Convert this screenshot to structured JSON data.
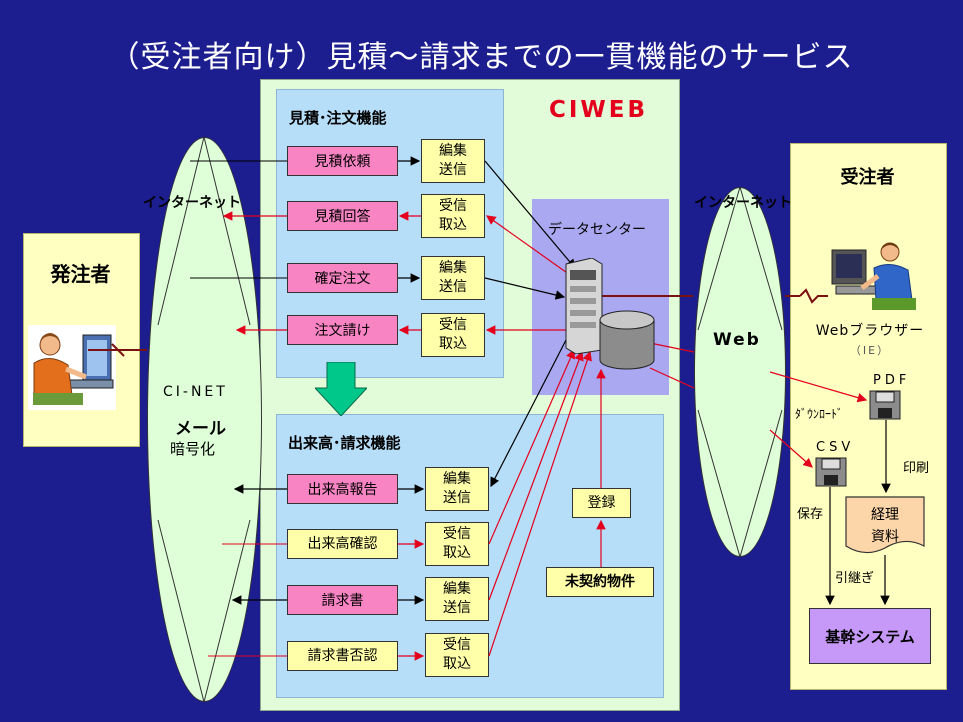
{
  "title": "（受注者向け）見積～請求までの一貫機能のサービス",
  "ciweb": "CIWEB",
  "estimate_section": {
    "heading": "見積･注文機能",
    "rows": [
      {
        "left": "見積依頼",
        "right_line1": "編集",
        "right_line2": "送信"
      },
      {
        "left": "見積回答",
        "right_line1": "受信",
        "right_line2": "取込"
      },
      {
        "left": "確定注文",
        "right_line1": "編集",
        "right_line2": "送信"
      },
      {
        "left": "注文請け",
        "right_line1": "受信",
        "right_line2": "取込"
      }
    ]
  },
  "progress_section": {
    "heading": "出来高･請求機能",
    "rows": [
      {
        "left": "出来高報告",
        "right_line1": "編集",
        "right_line2": "送信"
      },
      {
        "left": "出来高確認",
        "right_line1": "受信",
        "right_line2": "取込"
      },
      {
        "left": "請求書",
        "right_line1": "編集",
        "right_line2": "送信"
      },
      {
        "left": "請求書否認",
        "right_line1": "受信",
        "right_line2": "取込"
      }
    ],
    "register": "登録",
    "uncontracted": "未契約物件"
  },
  "datacenter": "データセンター",
  "left_ellipse": {
    "internet": "インターネット",
    "cinet": "CI-NET",
    "mail": "メール",
    "encrypt": "暗号化"
  },
  "right_ellipse": {
    "internet": "インターネット",
    "web": "Web"
  },
  "orderer": "発注者",
  "contractor": {
    "heading": "受注者",
    "browser": "Webブラウザー",
    "ie": "（IE）",
    "pdf": "PDF",
    "download": "ﾀﾞｳﾝﾛｰﾄﾞ",
    "csv": "CSV",
    "print": "印刷",
    "save": "保存",
    "accounting_line1": "経理",
    "accounting_line2": "資料",
    "handover": "引継ぎ",
    "core_system": "基幹システム"
  },
  "colors": {
    "background": "#1c1d8e",
    "accent_red": "#e4001d",
    "pink": "#f884c4",
    "yellow": "#ffffaa",
    "core_purple": "#c698f8"
  }
}
